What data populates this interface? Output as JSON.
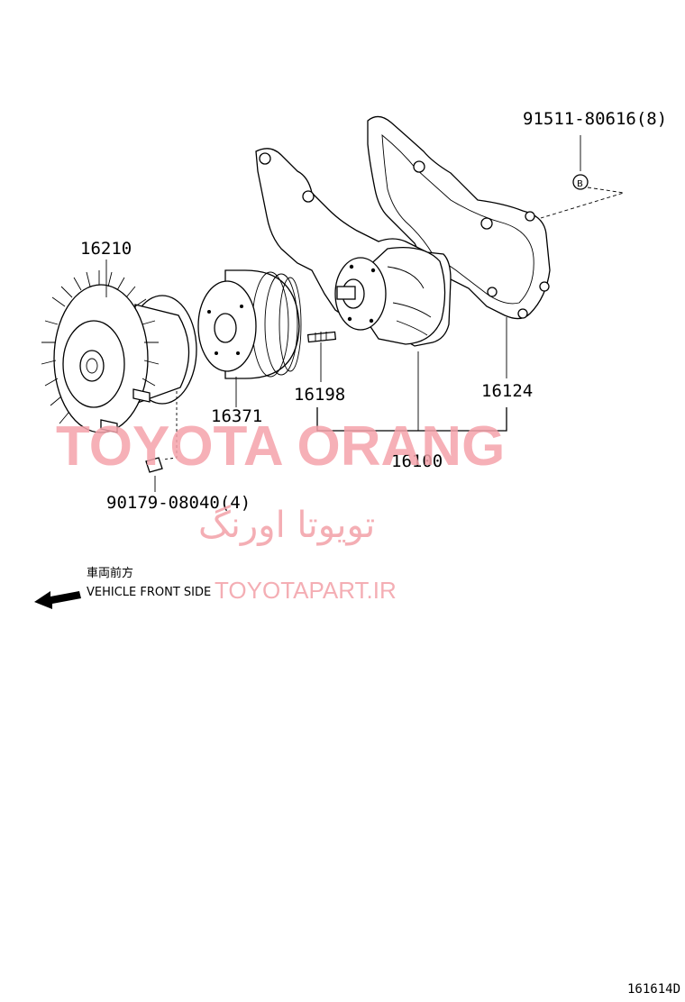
{
  "parts": {
    "fan_clutch": "16210",
    "pulley": "16371",
    "stud": "16198",
    "gasket": "16124",
    "water_pump_assy": "16100",
    "bolt_b": "91511-80616(8)",
    "bolt_a": "90179-08040(4)"
  },
  "bolt_b_symbol": "B",
  "direction": {
    "jp_text": "車両前方",
    "en_text": "VEHICLE FRONT SIDE"
  },
  "watermark": {
    "brand": "TOYOTA ORANG",
    "brand_fa": "تویوتا اورنگ",
    "site": "TOYOTAPART.IR"
  },
  "diagram_code": "161614D",
  "colors": {
    "watermark": "#f5a3ab",
    "line": "#000000"
  }
}
